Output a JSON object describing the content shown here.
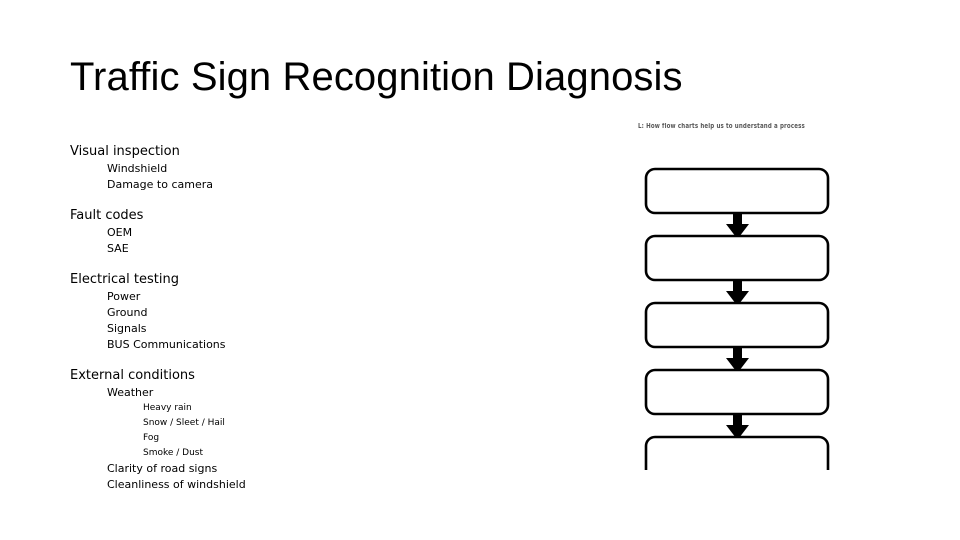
{
  "slide": {
    "title": "Traffic Sign Recognition Diagnosis",
    "background_color": "#ffffff",
    "text_color": "#000000"
  },
  "outline": [
    {
      "label": "Visual inspection",
      "children": [
        {
          "label": "Windshield"
        },
        {
          "label": "Damage to camera"
        }
      ]
    },
    {
      "label": "Fault codes",
      "children": [
        {
          "label": "OEM"
        },
        {
          "label": "SAE"
        }
      ]
    },
    {
      "label": "Electrical testing",
      "children": [
        {
          "label": "Power"
        },
        {
          "label": "Ground"
        },
        {
          "label": "Signals"
        },
        {
          "label": "BUS Communications"
        }
      ]
    },
    {
      "label": "External conditions",
      "children": [
        {
          "label": "Weather",
          "children": [
            {
              "label": "Heavy rain"
            },
            {
              "label": "Snow / Sleet / Hail"
            },
            {
              "label": "Fog"
            },
            {
              "label": "Smoke / Dust"
            }
          ]
        },
        {
          "label": "Clarity of road signs"
        },
        {
          "label": "Cleanliness of windshield"
        }
      ]
    }
  ],
  "flowchart": {
    "caption": "L: How flow charts help us to understand a process",
    "box_count": 5,
    "arrow_count": 4,
    "box_label": "",
    "stroke_color": "#000000",
    "fill_color": "#ffffff"
  }
}
